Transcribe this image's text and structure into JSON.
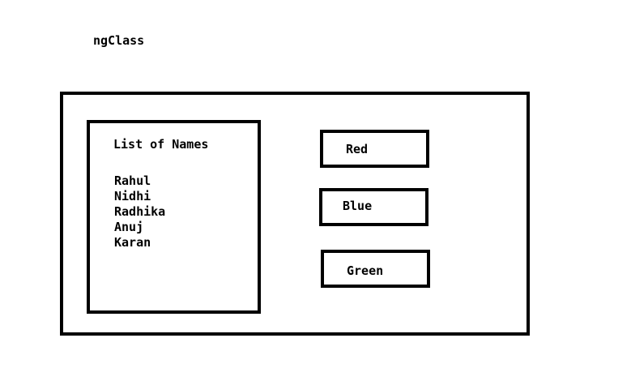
{
  "title": "ngClass",
  "names_panel": {
    "heading": "List of Names",
    "names": [
      "Rahul",
      "Nidhi",
      "Radhika",
      "Anuj",
      "Karan"
    ]
  },
  "buttons": {
    "red": "Red",
    "blue": "Blue",
    "green": "Green"
  }
}
